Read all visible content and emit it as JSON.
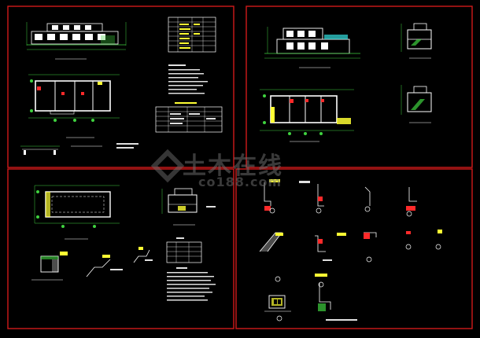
{
  "watermark": {
    "cn": "土木在线",
    "en": "co188.com"
  },
  "colors": {
    "background": "#000000",
    "frame": "#d01a1a",
    "line": "#ffffff",
    "dim": "#3fd23f",
    "note": "#ffff33",
    "accent": "#ff2a2a",
    "cyan": "#33e0e0"
  },
  "sheets": [
    {
      "name": "sheet-top-left",
      "tables": 2
    },
    {
      "name": "sheet-top-right",
      "tables": 0
    },
    {
      "name": "sheet-bottom-left",
      "tables": 1
    },
    {
      "name": "sheet-bottom-right",
      "tables": 0
    }
  ]
}
